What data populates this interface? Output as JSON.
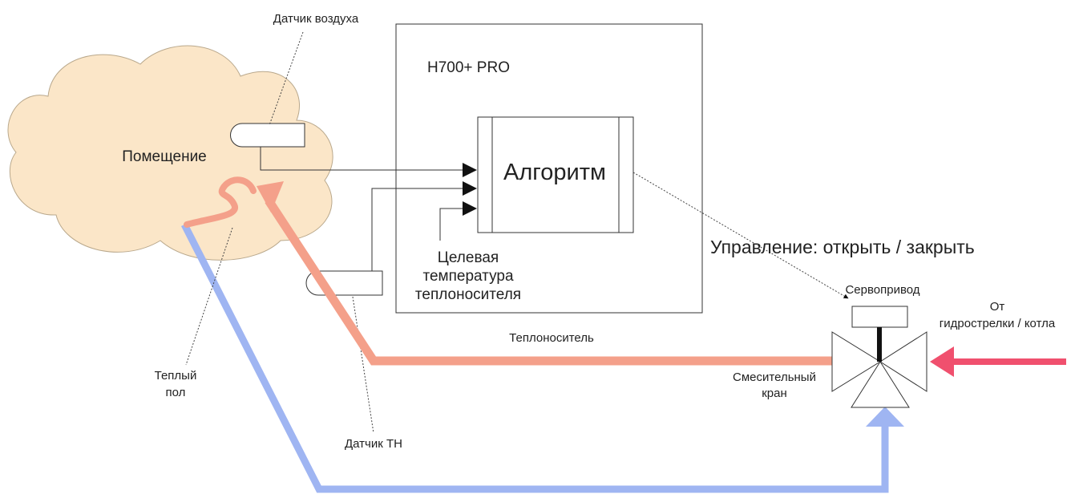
{
  "labels": {
    "room": "Помещение",
    "air_sensor": "Датчик воздуха",
    "controller": "H700+ PRO",
    "algorithm": "Алгоритм",
    "target_temp_line1": "Целевая",
    "target_temp_line2": "температура",
    "target_temp_line3": "теплоносителя",
    "control": "Управление: открыть / закрыть",
    "servo": "Сервопривод",
    "source_line1": "От",
    "source_line2": "гидрострелки / котла",
    "coolant": "Теплоноситель",
    "mixing_valve_line1": "Смесительный",
    "mixing_valve_line2": "кран",
    "floor_heating_line1": "Теплый",
    "floor_heating_line2": "пол",
    "coolant_sensor": "Датчик ТН"
  },
  "colors": {
    "supply_pipe": "#f4a08a",
    "return_pipe": "#9fb5f2",
    "source_arrow": "#f0506e",
    "cloud_fill": "#fbe6c8",
    "outline": "#333333"
  }
}
